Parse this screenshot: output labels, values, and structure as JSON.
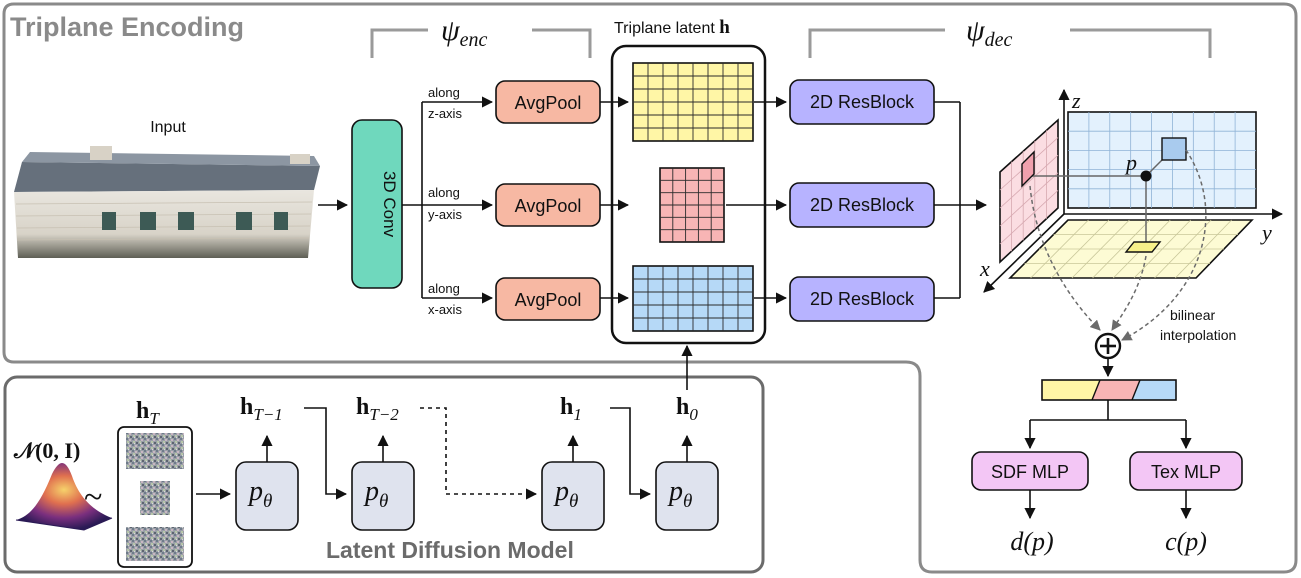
{
  "titles": {
    "encoding": "Triplane Encoding",
    "ldm": "Latent Diffusion Model"
  },
  "input": {
    "label": "Input"
  },
  "conv": {
    "label": "3D Conv"
  },
  "axes_along": [
    {
      "l1": "along",
      "l2": "z-axis"
    },
    {
      "l1": "along",
      "l2": "y-axis"
    },
    {
      "l1": "along",
      "l2": "x-axis"
    }
  ],
  "avgpool": {
    "label": "AvgPool"
  },
  "latent": {
    "label": "Triplane latent",
    "symbol": "h"
  },
  "resblock": {
    "label": "2D ResBlock"
  },
  "psi": {
    "symbol": "ψ",
    "enc": "enc",
    "dec": "dec"
  },
  "coords": {
    "x": "x",
    "y": "y",
    "z": "z",
    "p": "p"
  },
  "bilinear": {
    "l1": "bilinear",
    "l2": "interpolation"
  },
  "mlps": {
    "sdf": "SDF MLP",
    "tex": "Tex MLP"
  },
  "outputs": {
    "d": "d(p)",
    "c": "c(p)"
  },
  "diffusion": {
    "normal": "𝒩(0, I)",
    "tilde": "~",
    "h": "h",
    "steps": [
      "T",
      "T−1",
      "T−2",
      "1",
      "0"
    ],
    "p": "p",
    "theta": "θ"
  },
  "colors": {
    "conv": "#6fd8bd",
    "avgpool": "#f7b8a3",
    "resblock": "#b7b3ff",
    "mlp": "#f3c6f5",
    "plane_z": "#fff6a6",
    "plane_y": "#f8b5b5",
    "plane_x": "#b6d9f7",
    "plane_3d_back": "#e3f1fd",
    "plane_3d_side": "#fbdde2",
    "plane_3d_floor": "#fdfbd4",
    "ptheta": "#dfe3ee"
  }
}
